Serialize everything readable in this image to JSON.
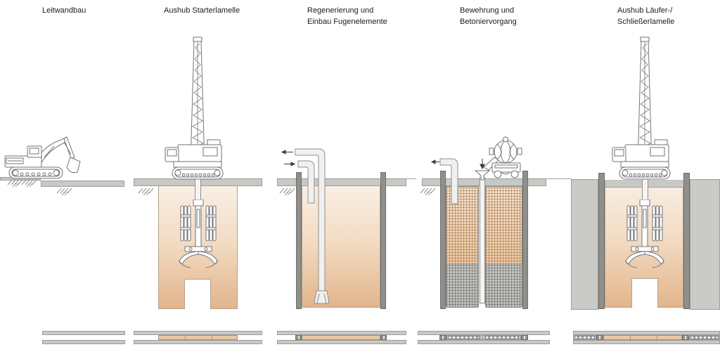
{
  "diagram": {
    "kind": "construction-sequence",
    "language": "de",
    "panel_count": 5
  },
  "steps": [
    {
      "index": 1,
      "title": "Leitwandbau",
      "machine_icon": "excavator-icon"
    },
    {
      "index": 2,
      "title": "Aushub Starterlamelle",
      "machine_icon": "crawler-crane-icon"
    },
    {
      "index": 3,
      "title": "Regenerierung und\nEinbau Fugenelemente",
      "machine_icon": "slurry-pipe-icon"
    },
    {
      "index": 4,
      "title": "Bewehrung und\nBetoniervorgang",
      "machine_icon": "concrete-mixer-truck-icon"
    },
    {
      "index": 5,
      "title": "Aushub Läufer-/\nSchließerlamelle",
      "machine_icon": "crawler-crane-icon"
    }
  ],
  "icons": [
    "excavator-icon",
    "crawler-crane-icon",
    "trench-grab-icon",
    "slurry-pipe-icon",
    "suction-pipe-icon",
    "tremie-pipe-icon",
    "tremie-funnel-icon",
    "concrete-mixer-truck-icon",
    "flow-arrow-left-icon",
    "flow-arrow-right-icon",
    "flow-arrow-down-icon",
    "soil-hatch-icon"
  ],
  "colors": {
    "ground_gray": "#c8c8c5",
    "ground_border": "#9d9d9a",
    "stop_end_dark": "#8f8f8c",
    "finished_wall_gray": "#cacac7",
    "trench_fill_top": "#f9efe4",
    "trench_fill_bottom": "#e2b58c",
    "plan_panel_beige": "#eac7a2",
    "concrete_gray": "#c3c3c0",
    "machine_line": "#73737a",
    "text": "#1c1c1c"
  }
}
